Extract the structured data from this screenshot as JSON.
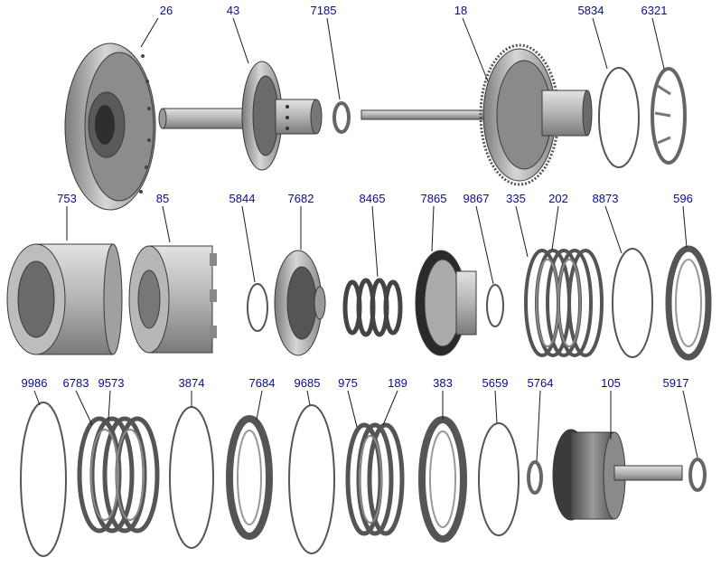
{
  "diagram": {
    "label_color": "#0a0a96",
    "parts": [
      {
        "id": "26"
      },
      {
        "id": "43"
      },
      {
        "id": "7185"
      },
      {
        "id": "18"
      },
      {
        "id": "5834"
      },
      {
        "id": "6321"
      },
      {
        "id": "753"
      },
      {
        "id": "85"
      },
      {
        "id": "5844"
      },
      {
        "id": "7682"
      },
      {
        "id": "8465"
      },
      {
        "id": "7865"
      },
      {
        "id": "9867"
      },
      {
        "id": "335"
      },
      {
        "id": "202"
      },
      {
        "id": "8873"
      },
      {
        "id": "596"
      },
      {
        "id": "9986"
      },
      {
        "id": "6783"
      },
      {
        "id": "9573"
      },
      {
        "id": "3874"
      },
      {
        "id": "7684"
      },
      {
        "id": "9685"
      },
      {
        "id": "975"
      },
      {
        "id": "189"
      },
      {
        "id": "383"
      },
      {
        "id": "5659"
      },
      {
        "id": "5764"
      },
      {
        "id": "105"
      },
      {
        "id": "5917"
      }
    ]
  }
}
